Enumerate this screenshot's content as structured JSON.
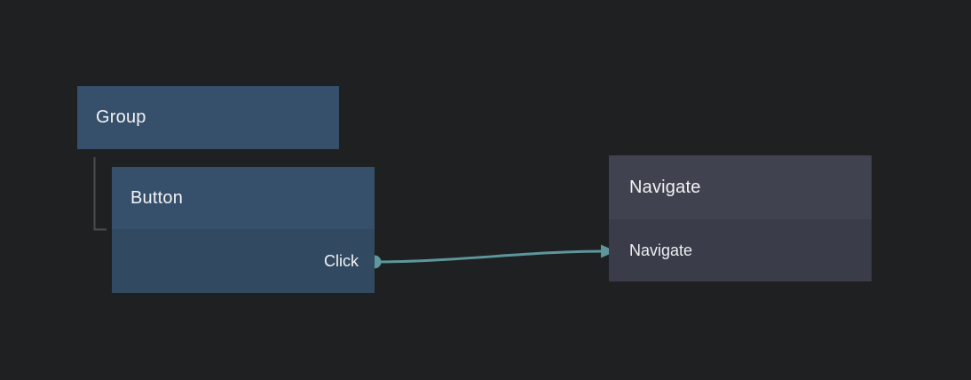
{
  "editor": {
    "background": "#1f2022"
  },
  "nodes": {
    "group": {
      "title": "Group",
      "color": "#36506c"
    },
    "button": {
      "title": "Button",
      "header_color": "#36506c",
      "body_color": "#324a61",
      "output_port": {
        "label": "Click",
        "dot_color": "#5f989c"
      }
    },
    "navigate": {
      "title": "Navigate",
      "header_color": "#40434f",
      "body_color": "#3a3d49",
      "input_row_label": "Navigate"
    }
  },
  "connections": {
    "hierarchy": {
      "from": "Group",
      "to": "Button",
      "color": "#4b4b4b"
    },
    "edge": {
      "from": "Click",
      "to": "Navigate",
      "color": "#5d969b"
    }
  }
}
